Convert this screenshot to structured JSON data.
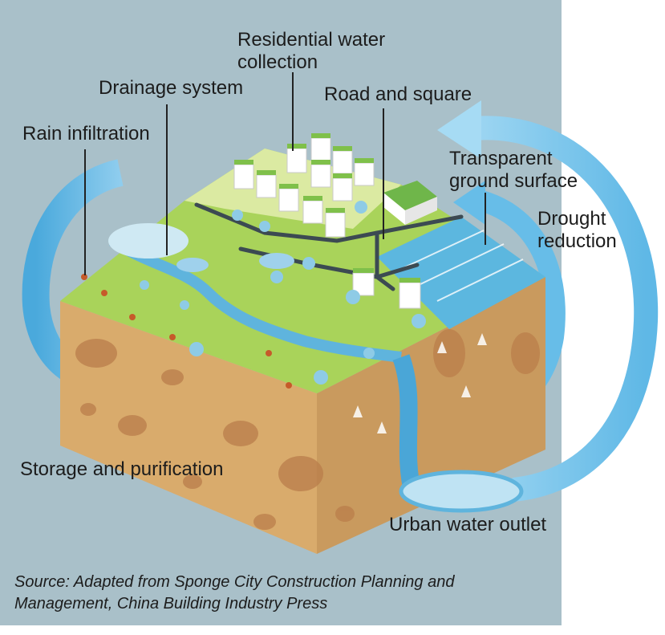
{
  "labels": {
    "residential_line1": "Residential water",
    "residential_line2": "collection",
    "drainage": "Drainage system",
    "road": "Road and square",
    "rain": "Rain infiltration",
    "transparent_line1": "Transparent",
    "transparent_line2": "ground surface",
    "drought_line1": "Drought",
    "drought_line2": "reduction",
    "storage": "Storage and purification",
    "outlet": "Urban water outlet"
  },
  "source": {
    "line1": "Source: Adapted from Sponge City Construction Planning and",
    "line2": "Management, China Building Industry Press"
  },
  "colors": {
    "panel": "#a9c0c9",
    "water": "#5fb4dd",
    "ground": "#d8ab6d",
    "grass": "#a9d35a",
    "road": "#3c4a52"
  }
}
